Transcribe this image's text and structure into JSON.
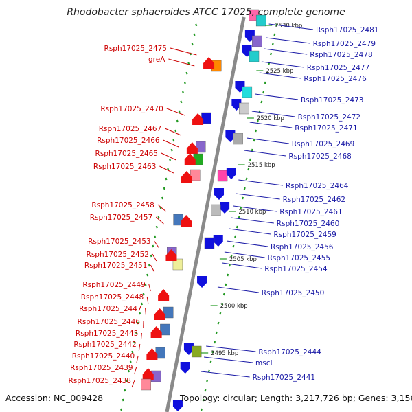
{
  "title": "Rhodobacter sphaeroides ATCC 17025, complete genome",
  "accession": "Accession: NC_009428",
  "topology": "Topology: circular; Length: 3,217,726 bp; Genes: 3,156",
  "colors": {
    "backbone": "#8a8a8a",
    "forward_gene": "#ee1111",
    "reverse_gene": "#1010dd",
    "left_label": "#cc0000",
    "right_label": "#1a1aa6",
    "tick": "#229922"
  },
  "kbp_markers": [
    {
      "label": "2530 kbp"
    },
    {
      "label": "2525 kbp"
    },
    {
      "label": "2520 kbp"
    },
    {
      "label": "2515 kbp"
    },
    {
      "label": "2510 kbp"
    },
    {
      "label": "2505 kbp"
    },
    {
      "label": "2500 kbp"
    },
    {
      "label": "2495 kbp"
    }
  ],
  "left_labels": [
    {
      "text": "Rsph17025_2475"
    },
    {
      "text": "greA"
    },
    {
      "text": "Rsph17025_2470"
    },
    {
      "text": "Rsph17025_2467"
    },
    {
      "text": "Rsph17025_2466"
    },
    {
      "text": "Rsph17025_2465"
    },
    {
      "text": "Rsph17025_2463"
    },
    {
      "text": "Rsph17025_2458"
    },
    {
      "text": "Rsph17025_2457"
    },
    {
      "text": "Rsph17025_2453"
    },
    {
      "text": "Rsph17025_2452"
    },
    {
      "text": "Rsph17025_2451"
    },
    {
      "text": "Rsph17025_2449"
    },
    {
      "text": "Rsph17025_2448"
    },
    {
      "text": "Rsph17025_2447"
    },
    {
      "text": "Rsph17025_2446"
    },
    {
      "text": "Rsph17025_2445"
    },
    {
      "text": "Rsph17025_2442"
    },
    {
      "text": "Rsph17025_2440"
    },
    {
      "text": "Rsph17025_2439"
    },
    {
      "text": "Rsph17025_2438"
    }
  ],
  "right_labels": [
    {
      "text": "Rsph17025_2481"
    },
    {
      "text": "Rsph17025_2479"
    },
    {
      "text": "Rsph17025_2478"
    },
    {
      "text": "Rsph17025_2477"
    },
    {
      "text": "Rsph17025_2476"
    },
    {
      "text": "Rsph17025_2473"
    },
    {
      "text": "Rsph17025_2472"
    },
    {
      "text": "Rsph17025_2471"
    },
    {
      "text": "Rsph17025_2469"
    },
    {
      "text": "Rsph17025_2468"
    },
    {
      "text": "Rsph17025_2464"
    },
    {
      "text": "Rsph17025_2462"
    },
    {
      "text": "Rsph17025_2461"
    },
    {
      "text": "Rsph17025_2460"
    },
    {
      "text": "Rsph17025_2459"
    },
    {
      "text": "Rsph17025_2456"
    },
    {
      "text": "Rsph17025_2455"
    },
    {
      "text": "Rsph17025_2454"
    },
    {
      "text": "Rsph17025_2450"
    },
    {
      "text": "Rsph17025_2444"
    },
    {
      "text": "mscL"
    },
    {
      "text": "Rsph17025_2441"
    }
  ]
}
